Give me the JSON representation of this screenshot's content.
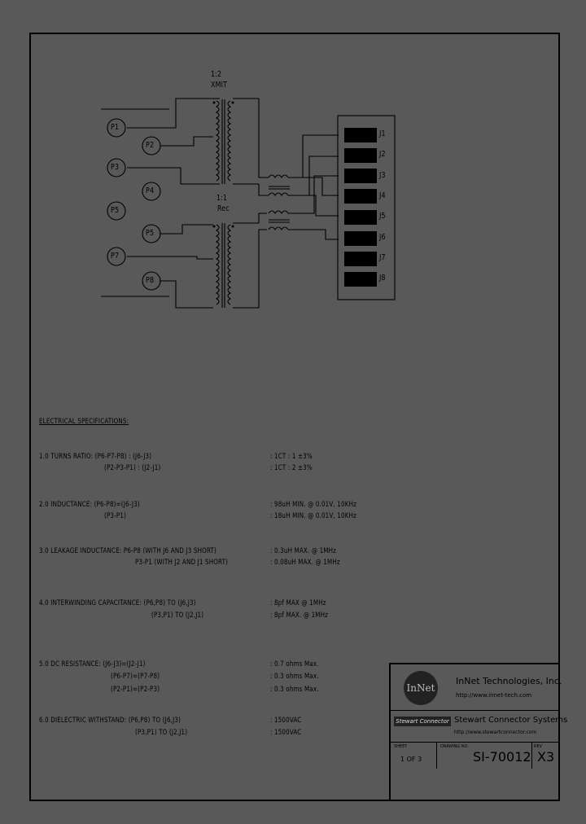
{
  "schematic": {
    "xmit_ratio": "1:2",
    "xmit_label": "XMIT",
    "rec_ratio": "1:1",
    "rec_label": "Rec",
    "pins_p": [
      "P1",
      "P2",
      "P3",
      "P4",
      "P5",
      "P5",
      "P7",
      "P8"
    ],
    "pins_j": [
      "J1",
      "J2",
      "J3",
      "J4",
      "J5",
      "J6",
      "J7",
      "J8"
    ]
  },
  "specs": {
    "heading": "ELECTRICAL SPECIFICATIONS:",
    "lines": [
      {
        "l": "1.0 TURNS RATIO: (P6-P7-P8) : (J6-J3)",
        "v": ": 1CT : 1 ±3%"
      },
      {
        "l": "(P2-P3-P1) : (J2-J1)",
        "v": ": 1CT : 2 ±3%"
      },
      {
        "l": "2.0 INDUCTANCE: (P6-P8)=(J6-J3)",
        "v": ": 98uH MIN. @ 0.01V, 10KHz"
      },
      {
        "l": "(P3-P1)",
        "v": ": 18uH MIN. @ 0.01V, 10KHz"
      },
      {
        "l": "3.0 LEAKAGE INDUCTANCE: P6-P8 (WITH J6 AND J3 SHORT)",
        "v": ": 0.3uH MAX. @ 1MHz"
      },
      {
        "l": "P3-P1 (WITH J2 AND J1 SHORT)",
        "v": ": 0.08uH MAX. @ 1MHz"
      },
      {
        "l": "4.0 INTERWINDING CAPACITANCE: (P6,P8) TO (J6,J3)",
        "v": ": 8pf MAX @ 1MHz"
      },
      {
        "l": "(P3,P1) TO (J2,J1)",
        "v": ": 8pf MAX. @ 1MHz"
      },
      {
        "l": "5.0 DC RESISTANCE: (J6-J3)=(J2-J1)",
        "v": ": 0.7 ohms Max."
      },
      {
        "l": "(P6-P7)=(P7-P8)",
        "v": ": 0.3 ohms Max."
      },
      {
        "l": "(P2-P1)=(P2-P3)",
        "v": ": 0.3 ohms Max."
      },
      {
        "l": "6.0 DIELECTRIC WITHSTAND: (P6,P8) TO (J6,J3)",
        "v": ": 1500VAC"
      },
      {
        "l": "(P3,P1) TO (J2,J1)",
        "v": ": 1500VAC"
      }
    ]
  },
  "title_block": {
    "logo_text": "InNet",
    "company": "InNet Technologies, Inc.",
    "company_url": "http://www.innet-tech.com",
    "sc_badge": "Stewart Connector",
    "sc_name": "Stewart Connector Systems",
    "sc_url": "http://www.stewartconnector.com",
    "sheet_label": "SHEET",
    "sheet_value": "1 OF 3",
    "drawing_label": "DRAWING NO.",
    "drawing_value": "SI-70012",
    "rev_label": "REV",
    "rev_value": "X3"
  }
}
